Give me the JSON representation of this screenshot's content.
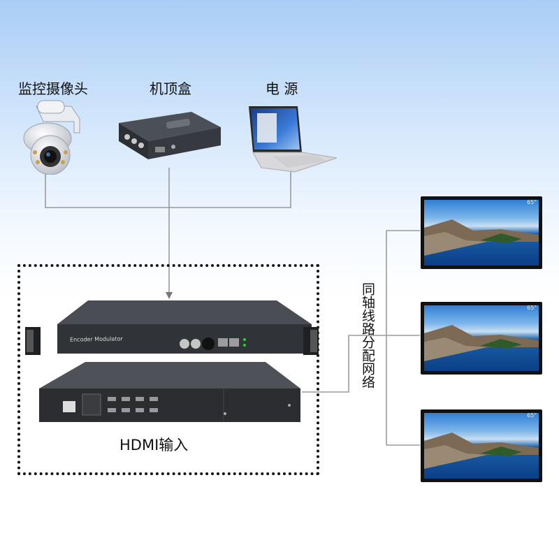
{
  "labels": {
    "camera": "监控摄像头",
    "settop": "机顶盒",
    "power": "电 源",
    "network": "同轴线路分配网络",
    "hdmi_input": "HDMI输入"
  },
  "devices": {
    "encoder_title": "Encoder Modulator",
    "tv_size": "65\""
  },
  "colors": {
    "wire": "#9a9a9a",
    "arrow": "#777777",
    "device_body": "#3b3e44"
  }
}
